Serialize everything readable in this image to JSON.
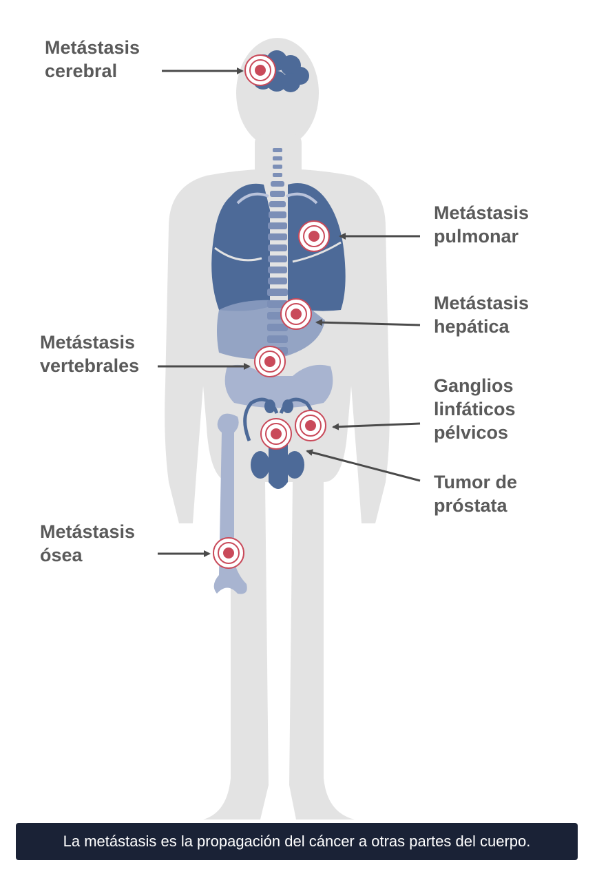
{
  "labels": {
    "brain": [
      "Metástasis",
      "cerebral"
    ],
    "lung": [
      "Metástasis",
      "pulmonar"
    ],
    "liver": [
      "Metástasis",
      "hepática"
    ],
    "spine": [
      "Metástasis",
      "vertebrales"
    ],
    "lymph": [
      "Ganglios",
      "linfáticos",
      "pélvicos"
    ],
    "tumor": [
      "Tumor de",
      "próstata"
    ],
    "bone": [
      "Metástasis",
      "ósea"
    ]
  },
  "caption": "La metástasis es la propagación del cáncer a otras partes del cuerpo.",
  "colors": {
    "body_silhouette": "#e3e3e3",
    "organ_dark": "#4d6a98",
    "organ_light": "#8b9cc0",
    "target_ring": "#c94a5a",
    "arrow": "#4a4a4a",
    "label_text": "#5a5a5a",
    "caption_bg": "#1a2236"
  }
}
